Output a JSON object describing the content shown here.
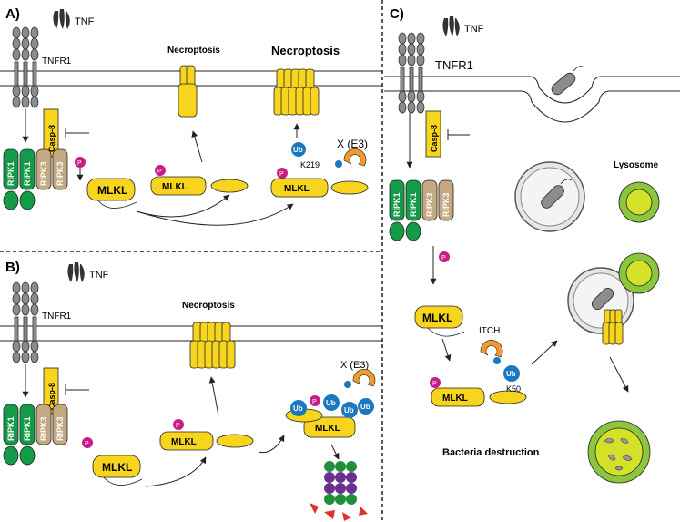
{
  "colors": {
    "yellow": "#f7d51e",
    "ripk1": "#159a4a",
    "ripk3": "#c4a882",
    "phospho": "#c81c86",
    "ubiquitin": "#1b78bf",
    "e3": "#f39a2c",
    "lysosome": "#8cc63f",
    "lysosome_inner": "#d3e229",
    "receptor": "#8c8c8c",
    "proteasome_purple": "#6b2f8f",
    "proteasome_green": "#1f8f3a",
    "fragment_red": "#e0312e"
  },
  "panelA": {
    "label": "A)",
    "tnf": "TNF",
    "receptor": "TNFR1",
    "casp8": "Casp-8",
    "ripk1": "RIPK1",
    "ripk3": "RIPK3",
    "phospho": "P",
    "mlkl": "MLKL",
    "necroptosis_small": "Necroptosis",
    "necroptosis_big": "Necroptosis",
    "ub": "Ub",
    "k219": "K219",
    "e3": "X (E3)"
  },
  "panelB": {
    "label": "B)",
    "tnf": "TNF",
    "receptor": "TNFR1",
    "casp8": "Casp-8",
    "ripk1": "RIPK1",
    "ripk3": "RIPK3",
    "phospho": "P",
    "mlkl": "MLKL",
    "necroptosis": "Necroptosis",
    "ub": "Ub",
    "e3": "X (E3)"
  },
  "panelC": {
    "label": "C)",
    "tnf": "TNF",
    "receptor": "TNFR1",
    "casp8": "Casp-8",
    "ripk1": "RIPK1",
    "ripk3": "RIPK3",
    "phospho": "P",
    "mlkl": "MLKL",
    "lysosome": "Lysosome",
    "itch": "ITCH",
    "ub": "Ub",
    "k50": "K50",
    "bacteria_destruction": "Bacteria destruction"
  }
}
